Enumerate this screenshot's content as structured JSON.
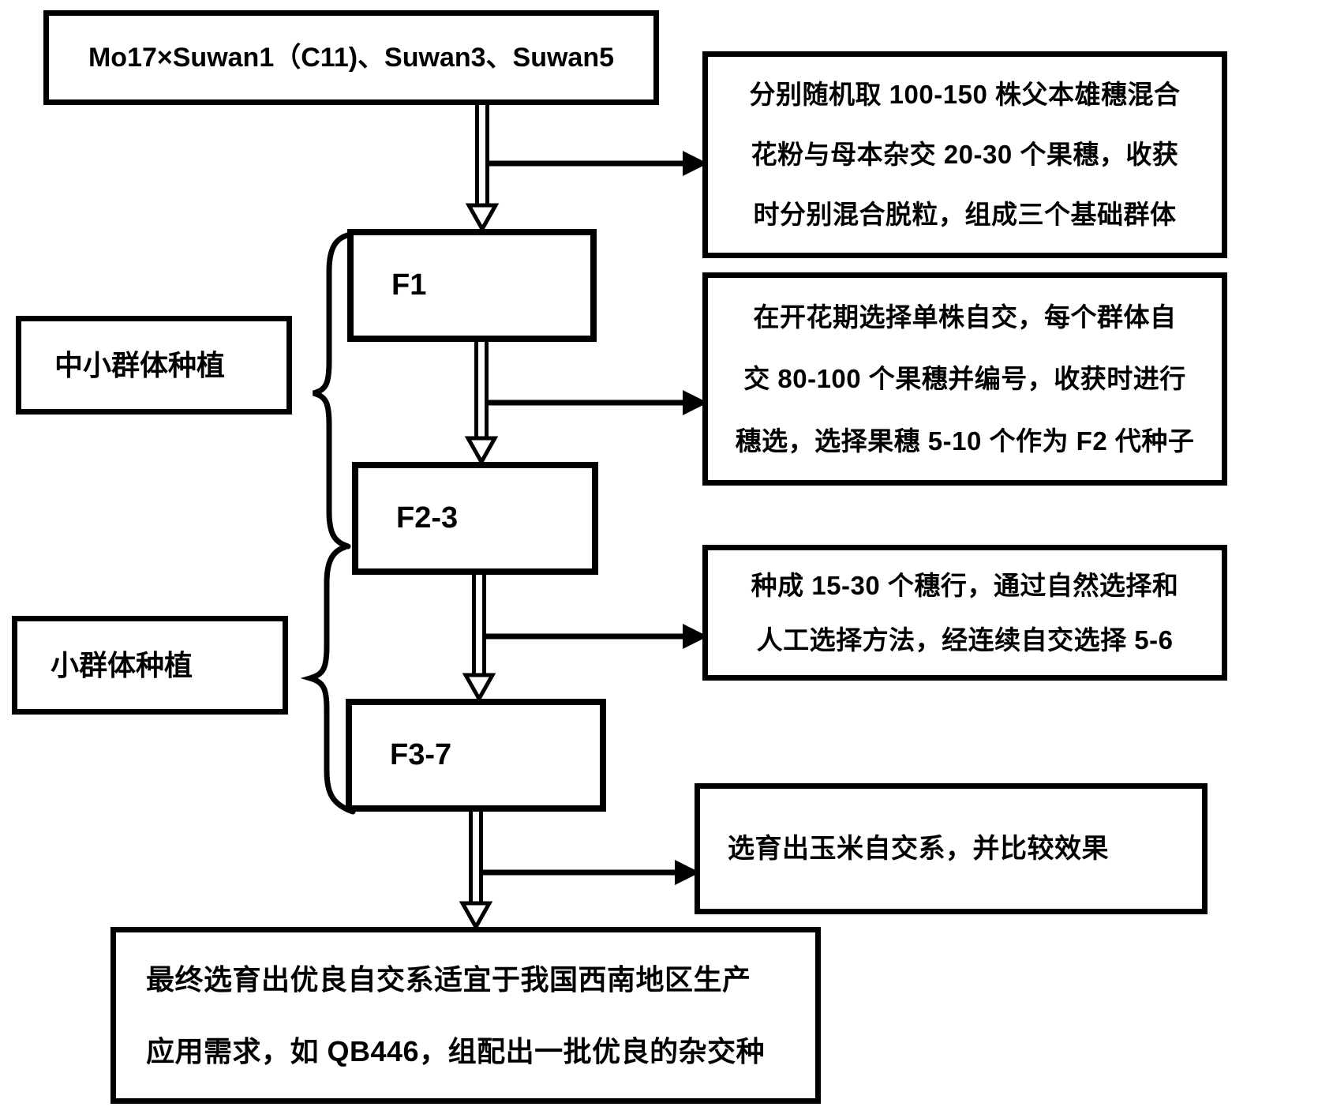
{
  "diagram": {
    "top_box": {
      "label": "Mo17×Suwan1（C11)、Suwan3、Suwan5"
    },
    "stage_boxes": {
      "f1": "F1",
      "f2_3": "F2-3",
      "f3_7": "F3-7"
    },
    "left_boxes": {
      "medium_small": "中小群体种植",
      "small": "小群体种植"
    },
    "right_boxes": {
      "step1": {
        "lines": [
          "分别随机取 100-150 株父本雄穗混合",
          "花粉与母本杂交 20-30 个果穗，收获",
          "时分别混合脱粒，组成三个基础群体"
        ]
      },
      "step2": {
        "lines": [
          "在开花期选择单株自交，每个群体自",
          "交 80-100 个果穗并编号，收获时进行",
          "穗选，选择果穗 5-10 个作为 F2 代种子"
        ]
      },
      "step3": {
        "lines": [
          "种成 15-30 个穗行，通过自然选择和",
          "人工选择方法，经连续自交选择 5-6"
        ]
      },
      "step4": {
        "lines": [
          "选育出玉米自交系，并比较效果"
        ]
      }
    },
    "bottom_box": {
      "lines": [
        "最终选育出优良自交系适宜于我国西南地区生产",
        "应用需求，如 QB446，组配出一批优良的杂交种"
      ]
    },
    "colors": {
      "line": "#000000",
      "background": "#ffffff",
      "text": "#000000"
    }
  }
}
